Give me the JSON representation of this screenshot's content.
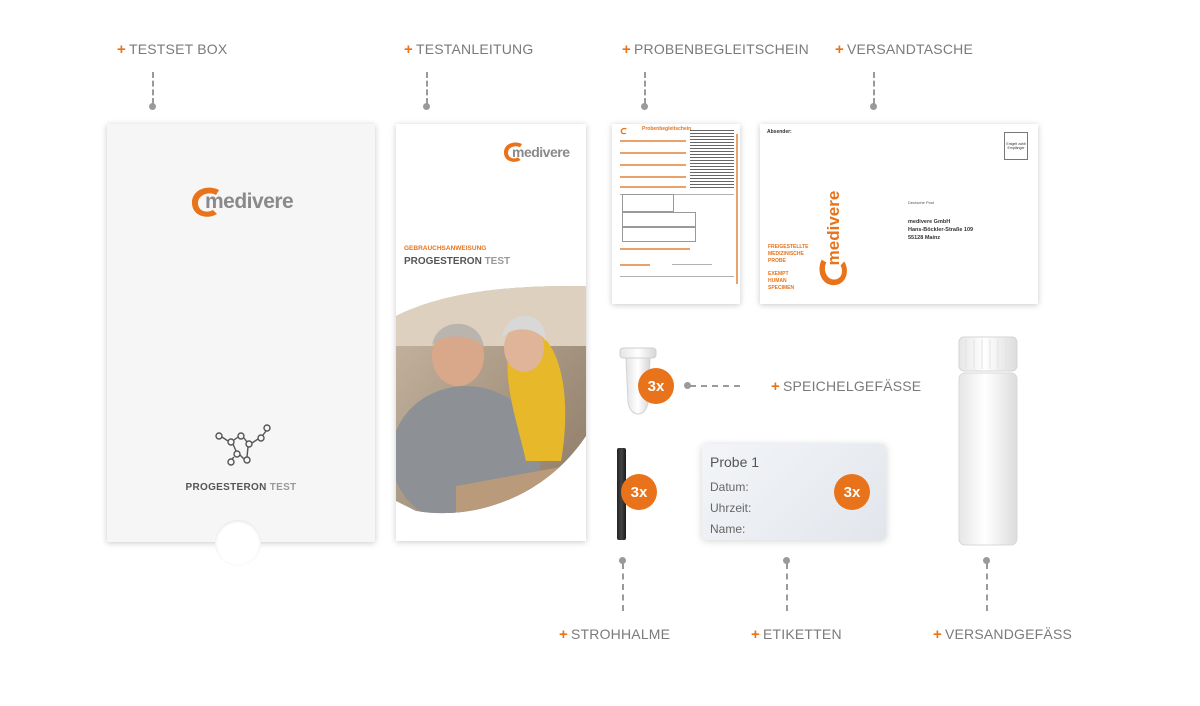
{
  "callouts": {
    "testset_box": "TESTSET BOX",
    "testanleitung": "TESTANLEITUNG",
    "probenbegleitschein": "PROBENBEGLEITSCHEIN",
    "versandtasche": "VERSANDTASCHE",
    "speichelgefaesse": "SPEICHELGEFÄSSE",
    "strohhalme": "STROHHALME",
    "etiketten": "ETIKETTEN",
    "versandgefaess": "VERSANDGEFÄSS",
    "plus": "+"
  },
  "box": {
    "logo": "medivere",
    "product_strong": "PROGESTERON",
    "product_light": "TEST"
  },
  "manual": {
    "logo": "medivere",
    "subtitle": "GEBRAUCHSANWEISUNG",
    "title_strong": "PROGESTERON",
    "title_light": "TEST"
  },
  "form": {
    "title": "Probenbegleitschein"
  },
  "envelope": {
    "absender": "Absender:",
    "stamp": "Entgelt zahlt Empfänger",
    "address": [
      "medivere GmbH",
      "Hans-Böckler-Straße 109",
      "55128 Mainz"
    ],
    "postage": "Deutsche Post",
    "side_text_de": [
      "FREIGESTELLTE",
      "MEDIZINISCHE",
      "PROBE"
    ],
    "side_text_en": [
      "EXEMPT",
      "HUMAN",
      "SPECIMEN"
    ],
    "logo": "medivere"
  },
  "badges": {
    "tubes": "3x",
    "straws": "3x",
    "labels": "3x"
  },
  "label_card": {
    "title": "Probe 1",
    "fields": [
      "Datum:",
      "Uhrzeit:",
      "Name:"
    ]
  },
  "colors": {
    "accent": "#e8731a",
    "text": "#7a7a7a",
    "connector": "#9a9a9a"
  }
}
